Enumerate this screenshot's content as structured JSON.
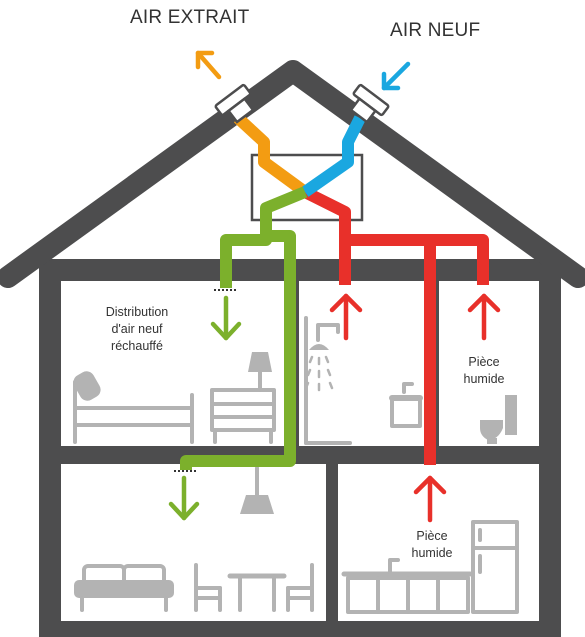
{
  "labels": {
    "air_out": "AIR EXTRAIT",
    "air_in": "AIR NEUF",
    "distribution": [
      "Distribution",
      "d'air neuf",
      "réchauffé"
    ],
    "wet_room_bath": [
      "Pièce",
      "humide"
    ],
    "wet_room_kitchen": [
      "Pièce",
      "humide"
    ]
  },
  "colors": {
    "house_wall": "#4d4d4e",
    "furniture": "#b3b3b3",
    "extract_air": "#f39c12",
    "fresh_air": "#1aa7e0",
    "warmed_air": "#7cb02c",
    "stale_air": "#e8302a"
  }
}
